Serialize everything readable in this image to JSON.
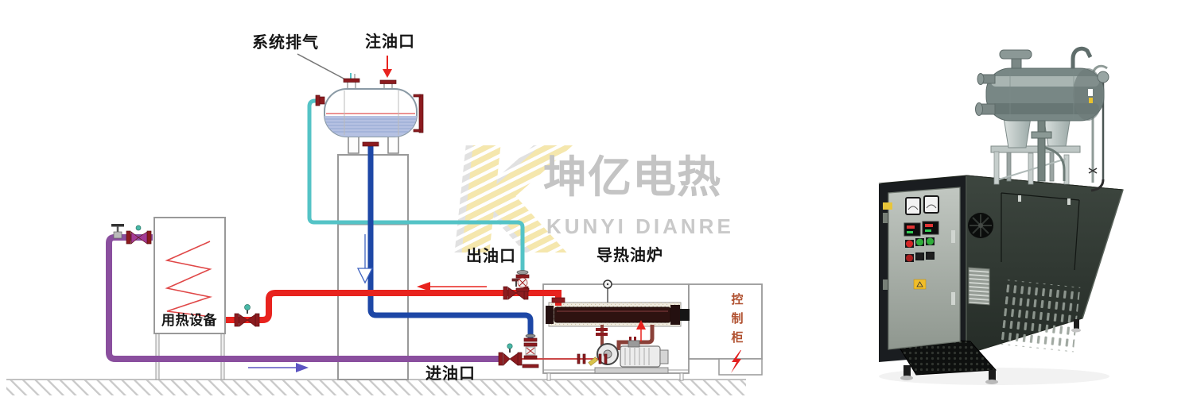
{
  "diagram": {
    "labels": {
      "system_vent": "系统排气",
      "oil_fill_port": "注油口",
      "oil_outlet": "出油口",
      "furnace_title": "导热油炉",
      "oil_inlet": "进油口",
      "heat_equipment": "用热设备",
      "control_cabinet": "控制柜",
      "control_cabinet_chars": [
        "控",
        "制",
        "柜"
      ]
    },
    "icons": {
      "control_cabinet_power": "lightning-bolt-icon",
      "flow_arrows": [
        "arrow-left-icon",
        "arrow-down-icon",
        "arrow-right-icon",
        "arrow-up-icon"
      ]
    },
    "colors": {
      "hot_oil_supply_pipe": "#e8231e",
      "return_pipe": "#8a4f9e",
      "tank_outlet_pipe": "#1d47a6",
      "vent_pipe": "#54c3c6",
      "valve_body": "#8c1b1f",
      "control_cabinet_text": "#b0502f"
    }
  },
  "watermark": {
    "logo_letter": "K",
    "brand_cn": "坤亿电热",
    "brand_en": "KUNYI DIANRE",
    "logo_stripe_color": "#f5e7ad",
    "text_color": "#c4c4c4"
  },
  "photo": {
    "cabinet_color": "#343d37",
    "panel_color": "#b7bdb7",
    "tank_color": "#7e8c8a",
    "indicator_buttons": [
      "red",
      "green",
      "green",
      "red",
      "black",
      "black"
    ]
  }
}
